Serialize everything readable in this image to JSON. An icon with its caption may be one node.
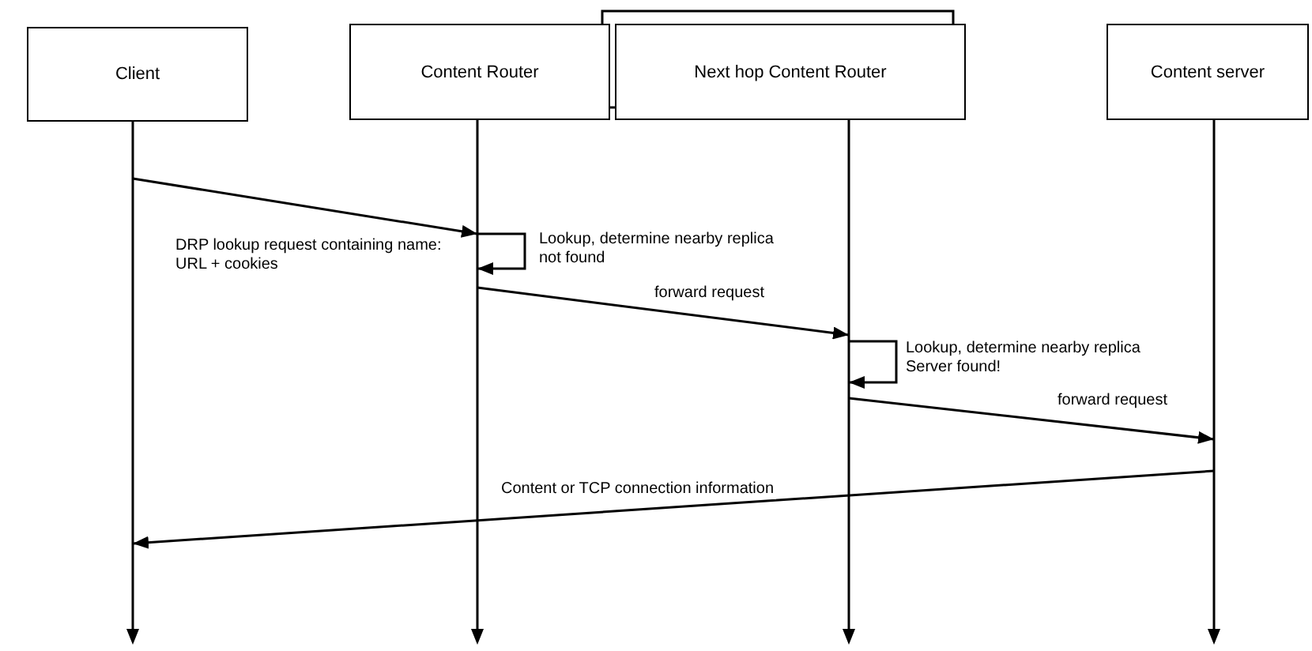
{
  "diagram": {
    "nodes": [
      {
        "text": [
          "Client"
        ]
      },
      {
        "text": [
          "Content Router"
        ]
      },
      {
        "text": [
          "Next hop Content Router"
        ]
      },
      {
        "text": [
          "Content server"
        ]
      },
      {
        "text": [],
        "shape": "line"
      },
      {
        "text": [],
        "shape": "line"
      },
      {
        "text": [],
        "shape": "line"
      },
      {
        "text": [],
        "shape": "line"
      }
    ],
    "edges": [
      {
        "from": 4,
        "to": 5,
        "arrow": "to",
        "label": "DRP lookup request containing name: URL + cookies"
      },
      {
        "from": 5,
        "to": 5,
        "arrow": "to",
        "label": "Lookup, determine nearby replica not found"
      },
      {
        "from": 5,
        "to": 6,
        "arrow": "to",
        "label": "forward request"
      },
      {
        "from": 6,
        "to": 6,
        "arrow": "to",
        "label": "Lookup, determine nearby replica Server found!"
      },
      {
        "from": 6,
        "to": 7,
        "arrow": "to",
        "label": "forward request"
      },
      {
        "from": 7,
        "to": 4,
        "arrow": "to",
        "label": "Content or TCP connection information"
      }
    ]
  }
}
